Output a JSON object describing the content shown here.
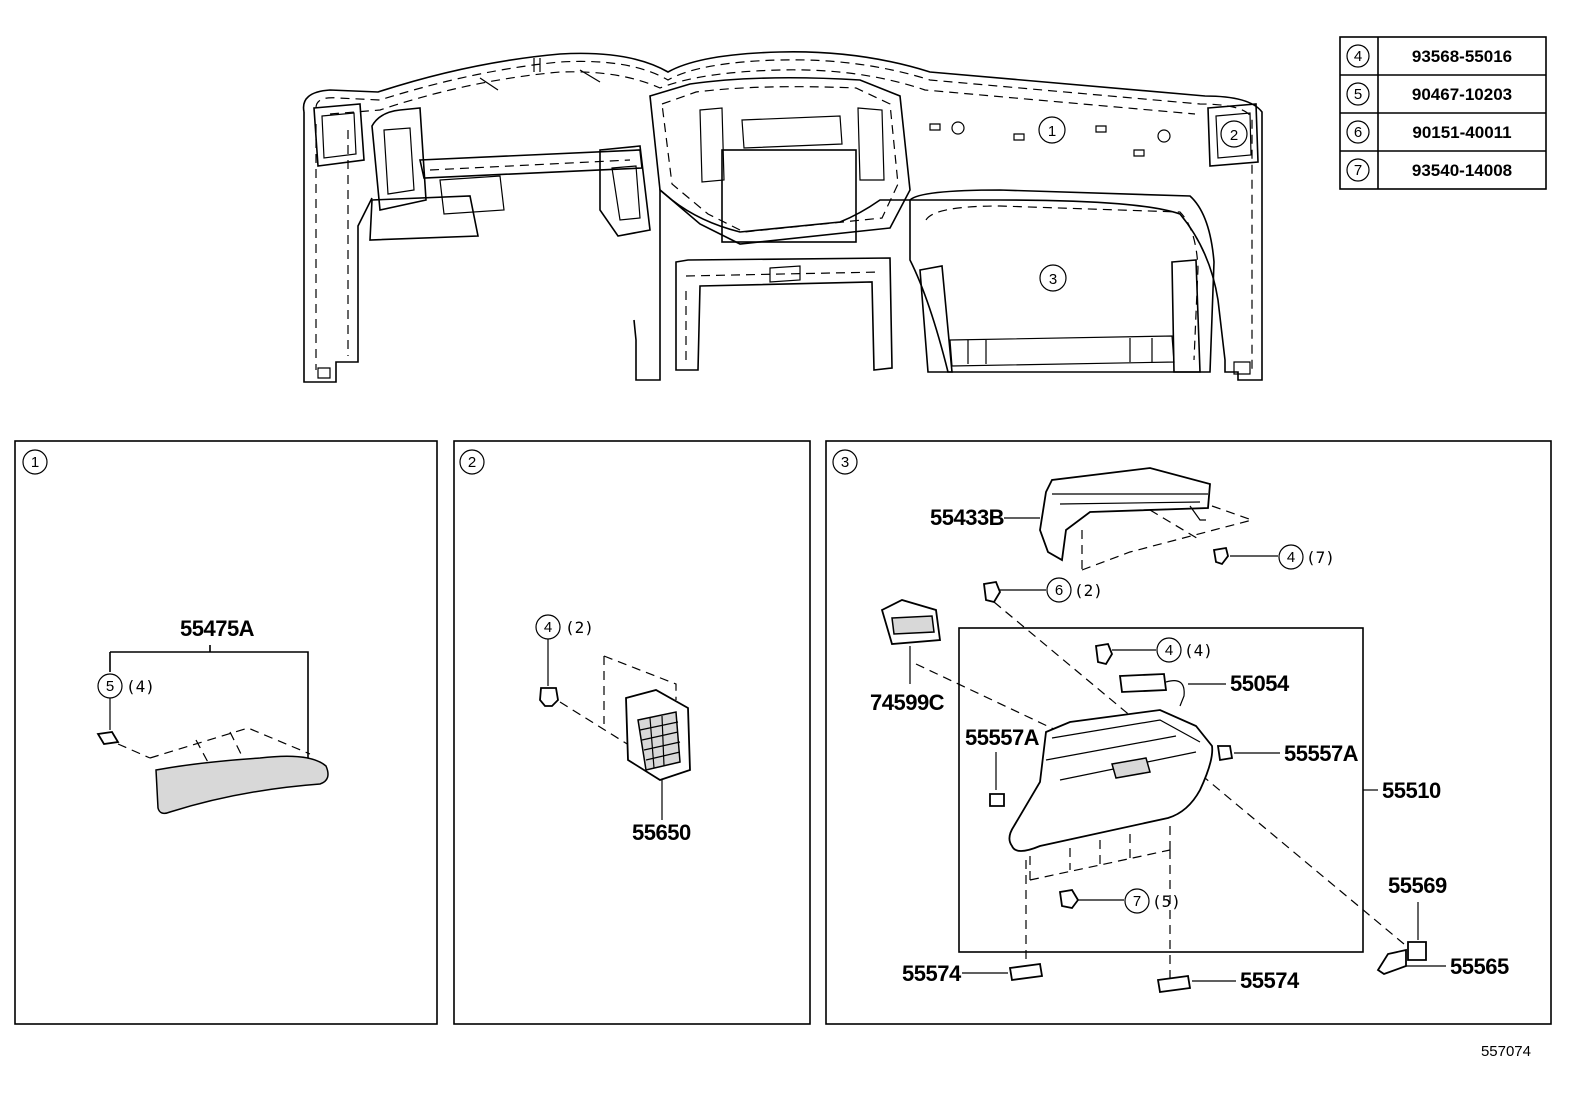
{
  "figure_code": "557074",
  "parts_table": [
    {
      "ref": "4",
      "part_no": "93568-55016"
    },
    {
      "ref": "5",
      "part_no": "90467-10203"
    },
    {
      "ref": "6",
      "part_no": "90151-40011"
    },
    {
      "ref": "7",
      "part_no": "93540-14008"
    }
  ],
  "overview": {
    "callout_1": "1",
    "callout_2": "2",
    "callout_3": "3"
  },
  "panel_1": {
    "ref": "1",
    "part_label": "55475A",
    "fastener_ref": "5",
    "fastener_qty": "(4)"
  },
  "panel_2": {
    "ref": "2",
    "part_label": "55650",
    "fastener_ref": "4",
    "fastener_qty": "(2)"
  },
  "panel_3": {
    "ref": "3",
    "label_55433B": "55433B",
    "label_74599C": "74599C",
    "label_55054": "55054",
    "label_55557A_left": "55557A",
    "label_55557A_right": "55557A",
    "label_55510": "55510",
    "label_55569": "55569",
    "label_55565": "55565",
    "label_55574_left": "55574",
    "label_55574_right": "55574",
    "c1_ref": "4",
    "c1_qty": "(7)",
    "c2_ref": "6",
    "c2_qty": "(2)",
    "c3_ref": "4",
    "c3_qty": "(4)",
    "c4_ref": "7",
    "c4_qty": "(5)"
  }
}
